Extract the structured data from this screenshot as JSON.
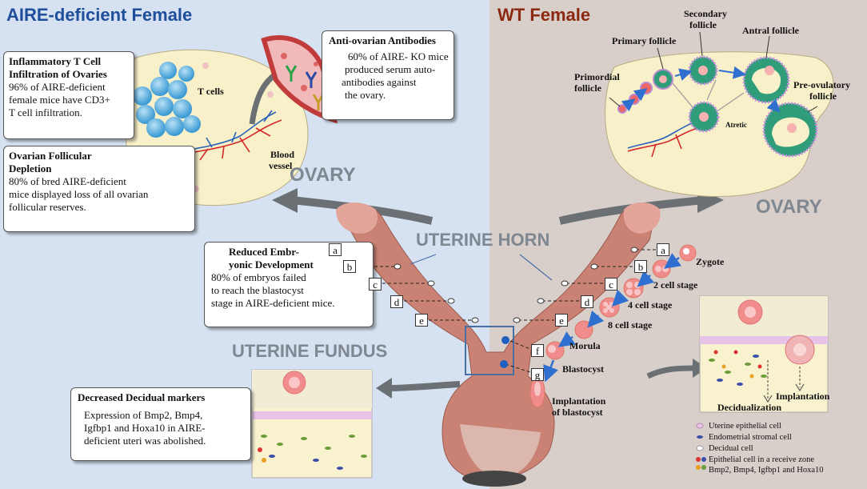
{
  "left_title": "AIRE-deficient Female",
  "right_title": "WT Female",
  "colors": {
    "left_title": "#1f4e9a",
    "right_title": "#8b2a10",
    "left_bg": "#d6e2f1",
    "right_bg": "#d9cfca",
    "arrow": "#6b7075",
    "stage_arrow": "#2f6fd0"
  },
  "labels": {
    "ovary_left": "OVARY",
    "ovary_right": "OVARY",
    "uterine_horn": "UTERINE HORN",
    "uterine_fundus": "UTERINE FUNDUS",
    "t_cells": "T cells",
    "blood_vessel_1": "Blood",
    "blood_vessel_2": "vessel"
  },
  "boxes": {
    "inflammatory": {
      "heading_1": "Inflammatory T Cell",
      "heading_2": "Infiltration of Ovaries",
      "text": [
        "96% of AIRE-deficient",
        "female mice have CD3+",
        "T cell infiltration."
      ]
    },
    "depletion": {
      "heading_1": "Ovarian Follicular",
      "heading_2": "Depletion",
      "text": [
        "80% of bred AIRE-deficient",
        "mice displayed loss of all ovarian",
        "follicular reserves."
      ]
    },
    "antibodies": {
      "heading": "Anti-ovarian Antibodies",
      "text": [
        "60% of AIRE- KO mice",
        "produced serum auto-",
        "antibodies against",
        "the ovary."
      ]
    },
    "embryonic": {
      "heading_1": "Reduced Embr-",
      "heading_2": "yonic Development",
      "text": [
        "80% of embryos failed",
        "to  reach the blastocyst",
        "stage in AIRE-deficient mice."
      ]
    },
    "decidual": {
      "heading": "Decreased Decidual markers",
      "text": [
        "Expression of Bmp2, Bmp4,",
        "Igfbp1 and Hoxa10 in AIRE-",
        "deficient uteri was abolished."
      ]
    }
  },
  "letters_left": [
    "a",
    "b",
    "c",
    "d",
    "e"
  ],
  "letters_right": [
    "a",
    "b",
    "c",
    "d",
    "e",
    "f",
    "g"
  ],
  "stages": [
    "Zygote",
    "2 cell stage",
    "4 cell stage",
    "8 cell stage",
    "Morula",
    "Blastocyst",
    "Implantation",
    "of blastocyst"
  ],
  "follicles": [
    "Primordial",
    "follicle",
    "Primary follicle",
    "Secondary",
    "follicle",
    "Antral follicle",
    "Pre-ovulatory",
    "follicle",
    "Atretic"
  ],
  "inset_labels": {
    "decidualization": "Decidualization",
    "implantation": "Implantation"
  },
  "legend": [
    "Uterine epithelial cell",
    "Endometrial stromal cell",
    "Decidual cell",
    "Epithelial cell in a receive zone",
    "Bmp2, Bmp4, Igfbp1 and Hoxa10"
  ]
}
